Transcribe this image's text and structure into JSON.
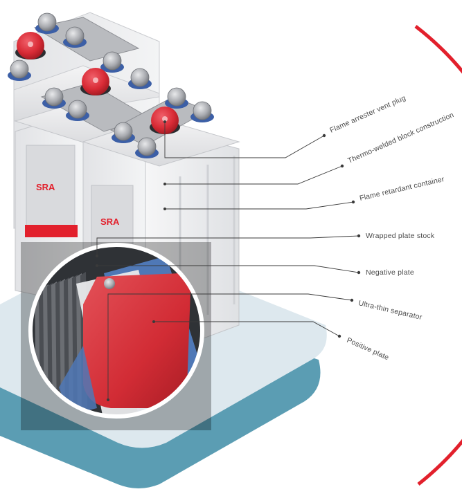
{
  "diagram": {
    "callouts": [
      {
        "id": "flame-arrester-vent-plug",
        "label": "Flame arrester vent plug"
      },
      {
        "id": "thermo-welded-block-construction",
        "label": "Thermo-welded block construction"
      },
      {
        "id": "flame-retardant-container",
        "label": "Flame retardant container"
      },
      {
        "id": "wrapped-plate-stock",
        "label": "Wrapped plate stock"
      },
      {
        "id": "negative-plate",
        "label": "Negative plate"
      },
      {
        "id": "ultra-thin-separator",
        "label": "Ultra-thin separator"
      },
      {
        "id": "positive-plate",
        "label": "Positive plate"
      }
    ],
    "cell_brand": "SRA",
    "colors": {
      "accent_red": "#e2202c",
      "cap_red": "#d92b36",
      "terminal_blue": "#3c5fa6",
      "base_teal": "#5b9db3",
      "base_light": "#dde8ee",
      "container_grey": "#e9eaec",
      "positive_plate_red": "#d8343c",
      "negative_plate_blue": "#4f78b6",
      "leader_line": "#3a3a3a"
    }
  }
}
